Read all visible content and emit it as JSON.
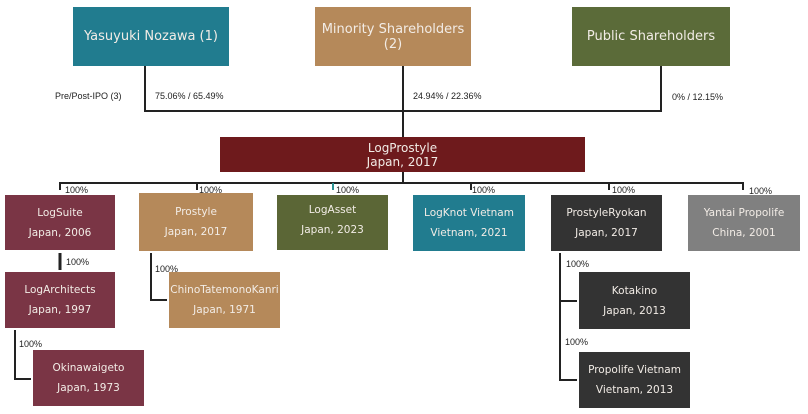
{
  "shareholders": [
    {
      "name": "Yasuyuki Nozawa (1)",
      "share": "75.06% / 65.49%",
      "color": "#217C8F"
    },
    {
      "name": "Minority Shareholders (2)",
      "share": "24.94% / 22.36%",
      "color": "#B5895A"
    },
    {
      "name": "Public Shareholders",
      "share": "0% / 12.15%",
      "color": "#5B6B39"
    }
  ],
  "ipo_label": "Pre/Post-IPO (3)",
  "parent": {
    "name": "LogProstyle",
    "sub": "Japan, 2017",
    "color": "#6E1A1C"
  },
  "subsidiaries": [
    {
      "name": "LogSuite",
      "sub": "Japan, 2006",
      "share": "100%"
    },
    {
      "name": "Prostyle",
      "sub": "Japan, 2017",
      "share": "100%"
    },
    {
      "name": "LogAsset",
      "sub": "Japan, 2023",
      "share": "100%"
    },
    {
      "name": "LogKnot Vietnam",
      "sub": "Vietnam, 2021",
      "share": "100%"
    },
    {
      "name": "ProstyleRyokan",
      "sub": "Japan, 2017",
      "share": "100%"
    },
    {
      "name": "Yantai Propolife",
      "sub": "China, 2001",
      "share": "100%"
    }
  ],
  "second_level": [
    {
      "name": "LogArchitects",
      "sub": "Japan, 1997",
      "share": "100%"
    },
    {
      "name": "Okinawaigeto",
      "sub": "Japan, 1973",
      "share": "100%"
    },
    {
      "name": "ChinoTatemonoKanri",
      "sub": "Japan, 1971",
      "share": "100%"
    },
    {
      "name": "Kotakino",
      "sub": "Japan, 2013",
      "share": "100%"
    },
    {
      "name": "Propolife Vietnam",
      "sub": "Vietnam, 2013",
      "share": "100%"
    }
  ]
}
